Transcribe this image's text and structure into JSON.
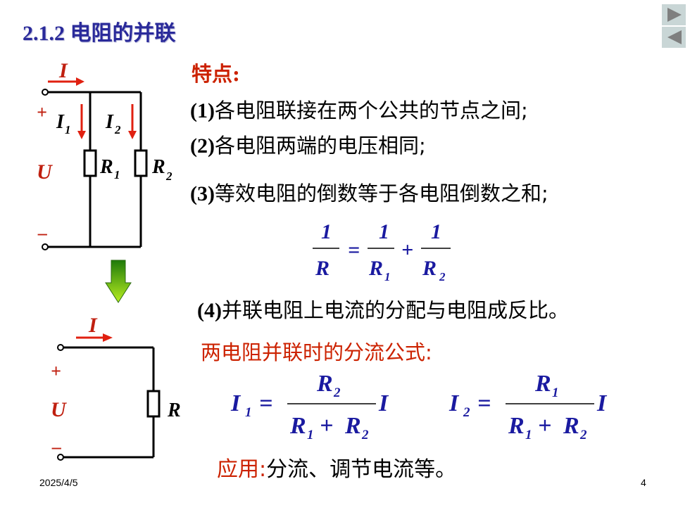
{
  "title": "2.1.2  电阻的并联",
  "features_heading": "特点:",
  "points": [
    {
      "num": "(1)",
      "text": "各电阻联接在两个公共的节点之间;"
    },
    {
      "num": "(2)",
      "text": "各电阻两端的电压相同;"
    },
    {
      "num": "(3)",
      "text": "等效电阻的倒数等于各电阻倒数之和;"
    },
    {
      "num": "(4)",
      "text": "并联电阻上电流的分配与电阻成反比。"
    }
  ],
  "divider_heading": "两电阻并联时的分流公式:",
  "application": {
    "label": "应用:",
    "text": "分流、调节电流等。"
  },
  "footer": {
    "date": "2025/4/5",
    "page": "4"
  },
  "nav": {
    "next": "►",
    "prev": "◄"
  },
  "colors": {
    "title": "#2a2a9a",
    "heading": "#cc2200",
    "formula": "#1a1aa0",
    "arrow_green": "#3aa010",
    "nav_bg": "#c9d6d6"
  },
  "circuit_top": {
    "current_I": "I",
    "I1": "I",
    "I1_sub": "1",
    "I2": "I",
    "I2_sub": "2",
    "U": "U",
    "R1": "R",
    "R1_sub": "1",
    "R2": "R",
    "R2_sub": "2",
    "plus": "+",
    "minus": "–"
  },
  "circuit_bottom": {
    "current_I": "I",
    "U": "U",
    "R": "R",
    "plus": "+",
    "minus": "–"
  },
  "formula_reciprocal": {
    "one": "1",
    "R": "R",
    "R1": "R",
    "R1_sub": "1",
    "R2": "R",
    "R2_sub": "2",
    "eq": "=",
    "plus": "+"
  },
  "formula_I1": {
    "lhs": "I",
    "lhs_sub": "1",
    "num": "R",
    "num_sub": "2",
    "den_a": "R",
    "den_a_sub": "1",
    "den_b": "R",
    "den_b_sub": "2",
    "eq": "=",
    "plus": "+",
    "factor": "I"
  },
  "formula_I2": {
    "lhs": "I",
    "lhs_sub": "2",
    "num": "R",
    "num_sub": "1",
    "den_a": "R",
    "den_a_sub": "1",
    "den_b": "R",
    "den_b_sub": "2",
    "eq": "=",
    "plus": "+",
    "factor": "I"
  }
}
